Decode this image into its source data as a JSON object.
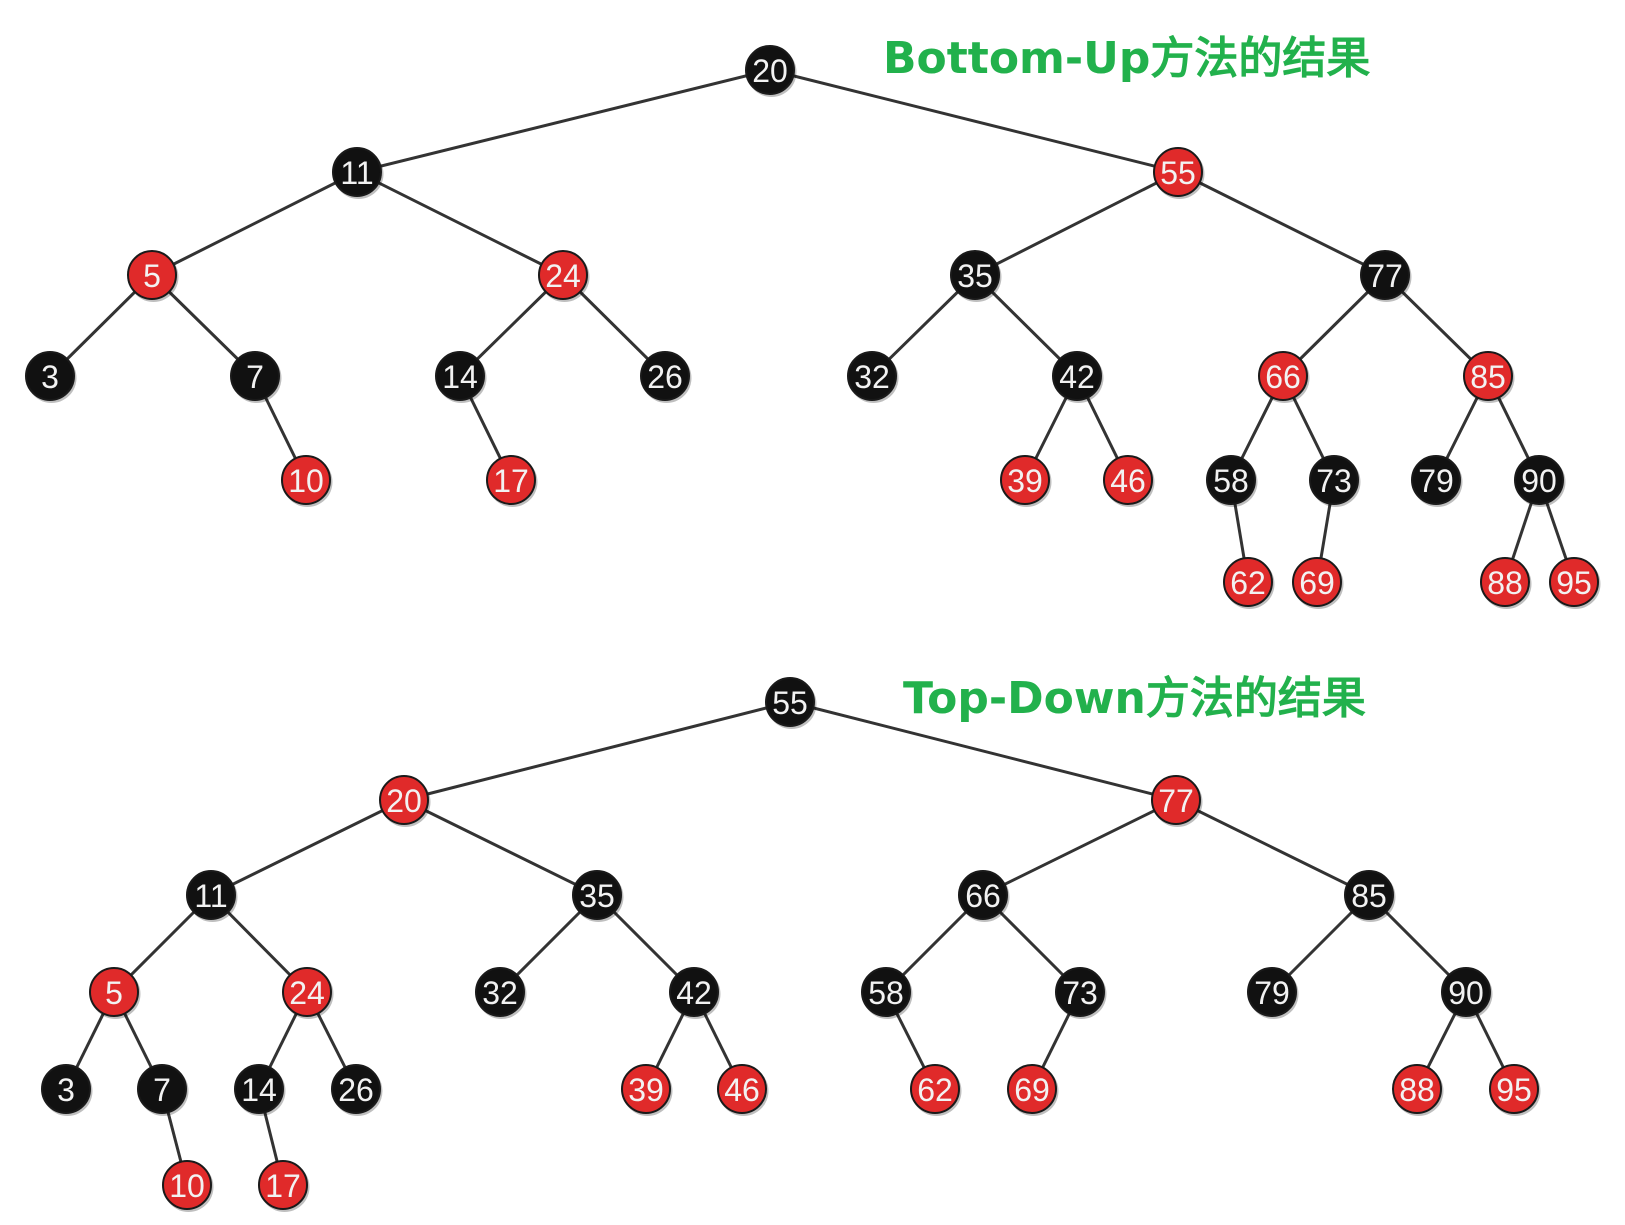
{
  "colors": {
    "red_node": "#e02a2a",
    "black_node": "#111111",
    "edge": "#333333",
    "label_fill": "#f2f2f2",
    "caption": "#22b14c"
  },
  "trees": [
    {
      "id": "bottom-up",
      "caption": "Bottom-Up方法的结果",
      "nodes": [
        {
          "id": "n20",
          "label": "20",
          "color": "black"
        },
        {
          "id": "n11",
          "label": "11",
          "color": "black"
        },
        {
          "id": "n55",
          "label": "55",
          "color": "red"
        },
        {
          "id": "n5",
          "label": "5",
          "color": "red"
        },
        {
          "id": "n24",
          "label": "24",
          "color": "red"
        },
        {
          "id": "n35",
          "label": "35",
          "color": "black"
        },
        {
          "id": "n77",
          "label": "77",
          "color": "black"
        },
        {
          "id": "n3",
          "label": "3",
          "color": "black"
        },
        {
          "id": "n7",
          "label": "7",
          "color": "black"
        },
        {
          "id": "n14",
          "label": "14",
          "color": "black"
        },
        {
          "id": "n26",
          "label": "26",
          "color": "black"
        },
        {
          "id": "n32",
          "label": "32",
          "color": "black"
        },
        {
          "id": "n42",
          "label": "42",
          "color": "black"
        },
        {
          "id": "n66",
          "label": "66",
          "color": "red"
        },
        {
          "id": "n85",
          "label": "85",
          "color": "red"
        },
        {
          "id": "n10",
          "label": "10",
          "color": "red"
        },
        {
          "id": "n17",
          "label": "17",
          "color": "red"
        },
        {
          "id": "n39",
          "label": "39",
          "color": "red"
        },
        {
          "id": "n46",
          "label": "46",
          "color": "red"
        },
        {
          "id": "n58",
          "label": "58",
          "color": "black"
        },
        {
          "id": "n73",
          "label": "73",
          "color": "black"
        },
        {
          "id": "n79",
          "label": "79",
          "color": "black"
        },
        {
          "id": "n90",
          "label": "90",
          "color": "black"
        },
        {
          "id": "n62",
          "label": "62",
          "color": "red"
        },
        {
          "id": "n69",
          "label": "69",
          "color": "red"
        },
        {
          "id": "n88",
          "label": "88",
          "color": "red"
        },
        {
          "id": "n95",
          "label": "95",
          "color": "red"
        }
      ],
      "edges": [
        [
          "n20",
          "n11"
        ],
        [
          "n20",
          "n55"
        ],
        [
          "n11",
          "n5"
        ],
        [
          "n11",
          "n24"
        ],
        [
          "n55",
          "n35"
        ],
        [
          "n55",
          "n77"
        ],
        [
          "n5",
          "n3"
        ],
        [
          "n5",
          "n7"
        ],
        [
          "n24",
          "n14"
        ],
        [
          "n24",
          "n26"
        ],
        [
          "n35",
          "n32"
        ],
        [
          "n35",
          "n42"
        ],
        [
          "n77",
          "n66"
        ],
        [
          "n77",
          "n85"
        ],
        [
          "n7",
          "n10"
        ],
        [
          "n14",
          "n17"
        ],
        [
          "n42",
          "n39"
        ],
        [
          "n42",
          "n46"
        ],
        [
          "n66",
          "n58"
        ],
        [
          "n66",
          "n73"
        ],
        [
          "n85",
          "n79"
        ],
        [
          "n85",
          "n90"
        ],
        [
          "n58",
          "n62"
        ],
        [
          "n73",
          "n69"
        ],
        [
          "n90",
          "n88"
        ],
        [
          "n90",
          "n95"
        ]
      ]
    },
    {
      "id": "top-down",
      "caption": "Top-Down方法的结果",
      "nodes": [
        {
          "id": "m55",
          "label": "55",
          "color": "black"
        },
        {
          "id": "m20",
          "label": "20",
          "color": "red"
        },
        {
          "id": "m77",
          "label": "77",
          "color": "red"
        },
        {
          "id": "m11",
          "label": "11",
          "color": "black"
        },
        {
          "id": "m35",
          "label": "35",
          "color": "black"
        },
        {
          "id": "m66",
          "label": "66",
          "color": "black"
        },
        {
          "id": "m85",
          "label": "85",
          "color": "black"
        },
        {
          "id": "m5",
          "label": "5",
          "color": "red"
        },
        {
          "id": "m24",
          "label": "24",
          "color": "red"
        },
        {
          "id": "m32",
          "label": "32",
          "color": "black"
        },
        {
          "id": "m42",
          "label": "42",
          "color": "black"
        },
        {
          "id": "m58",
          "label": "58",
          "color": "black"
        },
        {
          "id": "m73",
          "label": "73",
          "color": "black"
        },
        {
          "id": "m79",
          "label": "79",
          "color": "black"
        },
        {
          "id": "m90",
          "label": "90",
          "color": "black"
        },
        {
          "id": "m3",
          "label": "3",
          "color": "black"
        },
        {
          "id": "m7",
          "label": "7",
          "color": "black"
        },
        {
          "id": "m14",
          "label": "14",
          "color": "black"
        },
        {
          "id": "m26",
          "label": "26",
          "color": "black"
        },
        {
          "id": "m39",
          "label": "39",
          "color": "red"
        },
        {
          "id": "m46",
          "label": "46",
          "color": "red"
        },
        {
          "id": "m62",
          "label": "62",
          "color": "red"
        },
        {
          "id": "m69",
          "label": "69",
          "color": "red"
        },
        {
          "id": "m88",
          "label": "88",
          "color": "red"
        },
        {
          "id": "m95",
          "label": "95",
          "color": "red"
        },
        {
          "id": "m10",
          "label": "10",
          "color": "red"
        },
        {
          "id": "m17",
          "label": "17",
          "color": "red"
        }
      ],
      "edges": [
        [
          "m55",
          "m20"
        ],
        [
          "m55",
          "m77"
        ],
        [
          "m20",
          "m11"
        ],
        [
          "m20",
          "m35"
        ],
        [
          "m77",
          "m66"
        ],
        [
          "m77",
          "m85"
        ],
        [
          "m11",
          "m5"
        ],
        [
          "m11",
          "m24"
        ],
        [
          "m35",
          "m32"
        ],
        [
          "m35",
          "m42"
        ],
        [
          "m66",
          "m58"
        ],
        [
          "m66",
          "m73"
        ],
        [
          "m85",
          "m79"
        ],
        [
          "m85",
          "m90"
        ],
        [
          "m5",
          "m3"
        ],
        [
          "m5",
          "m7"
        ],
        [
          "m24",
          "m14"
        ],
        [
          "m24",
          "m26"
        ],
        [
          "m42",
          "m39"
        ],
        [
          "m42",
          "m46"
        ],
        [
          "m58",
          "m62"
        ],
        [
          "m73",
          "m69"
        ],
        [
          "m90",
          "m88"
        ],
        [
          "m90",
          "m95"
        ],
        [
          "m7",
          "m10"
        ],
        [
          "m14",
          "m17"
        ]
      ]
    }
  ]
}
